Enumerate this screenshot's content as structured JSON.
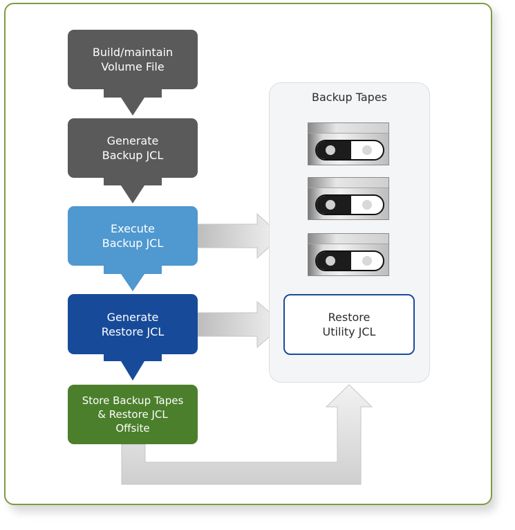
{
  "steps": [
    {
      "lines": [
        "Build/maintain",
        "Volume File"
      ],
      "color": "#5a5a5a"
    },
    {
      "lines": [
        "Generate",
        "Backup JCL"
      ],
      "color": "#5a5a5a"
    },
    {
      "lines": [
        "Execute",
        "Backup JCL"
      ],
      "color": "#4f98d0"
    },
    {
      "lines": [
        "Generate",
        "Restore JCL"
      ],
      "color": "#174b9a"
    },
    {
      "lines": [
        "Store Backup Tapes",
        "& Restore JCL",
        "Offsite"
      ],
      "color": "#4b7f2c"
    }
  ],
  "panel": {
    "title": "Backup Tapes",
    "restore_box": {
      "lines": [
        "Restore",
        "Utility JCL"
      ]
    }
  },
  "colors": {
    "frame_border": "#7f9a45",
    "gray_step": "#5a5a5a",
    "light_blue_step": "#4f98d0",
    "dark_blue_step": "#174b9a",
    "green_step": "#4b7f2c",
    "connector_arrow": "#dcdcdc"
  }
}
